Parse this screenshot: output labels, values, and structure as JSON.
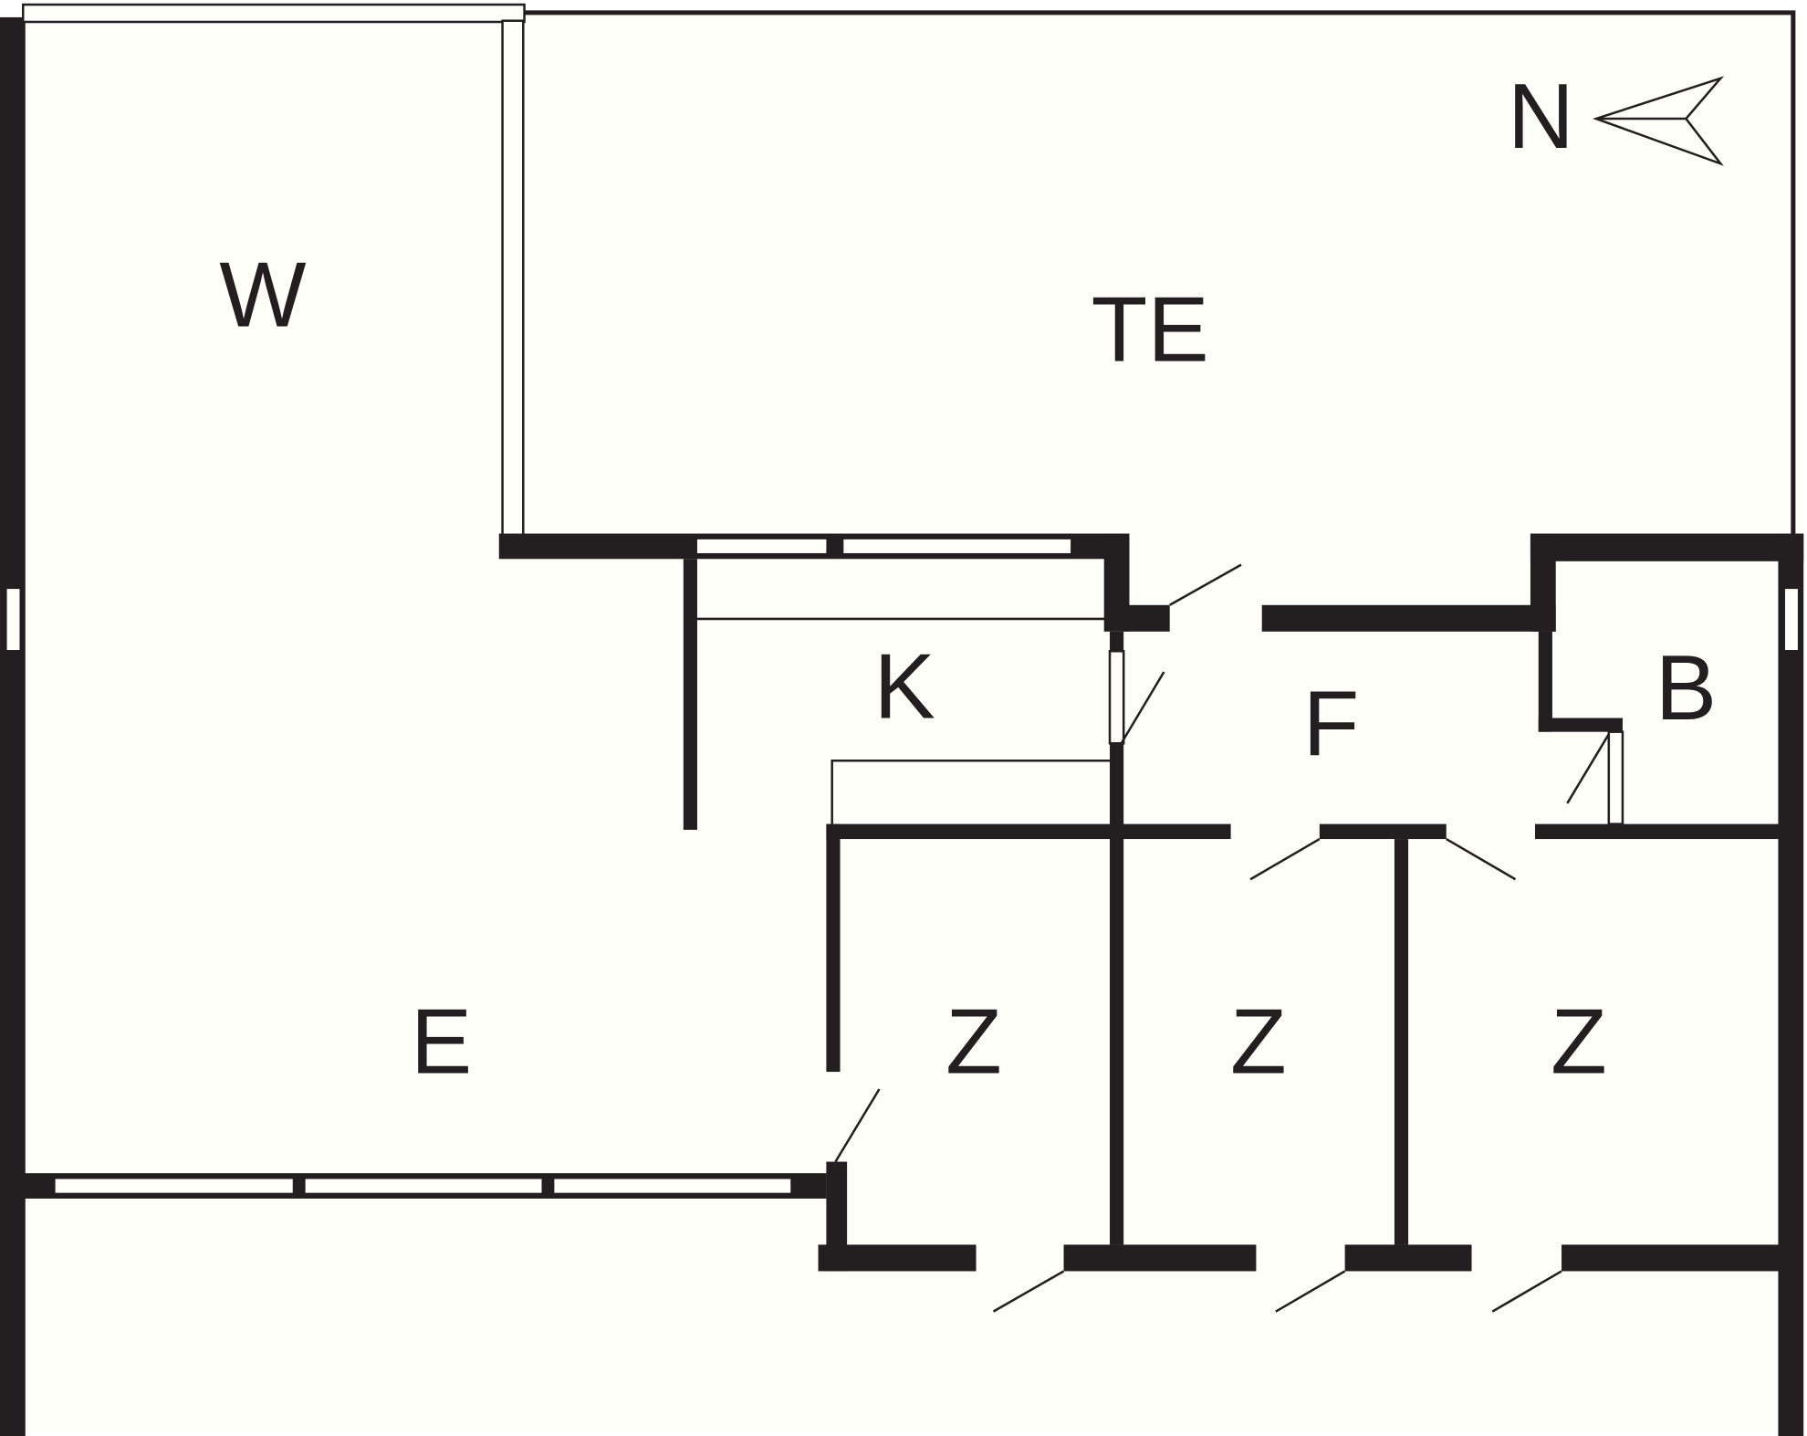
{
  "floor_plan": {
    "rooms": {
      "W": "W",
      "TE": "TE",
      "K": "K",
      "F": "F",
      "B": "B",
      "E": "E",
      "Z1": "Z",
      "Z2": "Z",
      "Z3": "Z"
    },
    "compass_label": "N"
  },
  "colors": {
    "wall": "#231f20",
    "floor": "#fffffa"
  }
}
